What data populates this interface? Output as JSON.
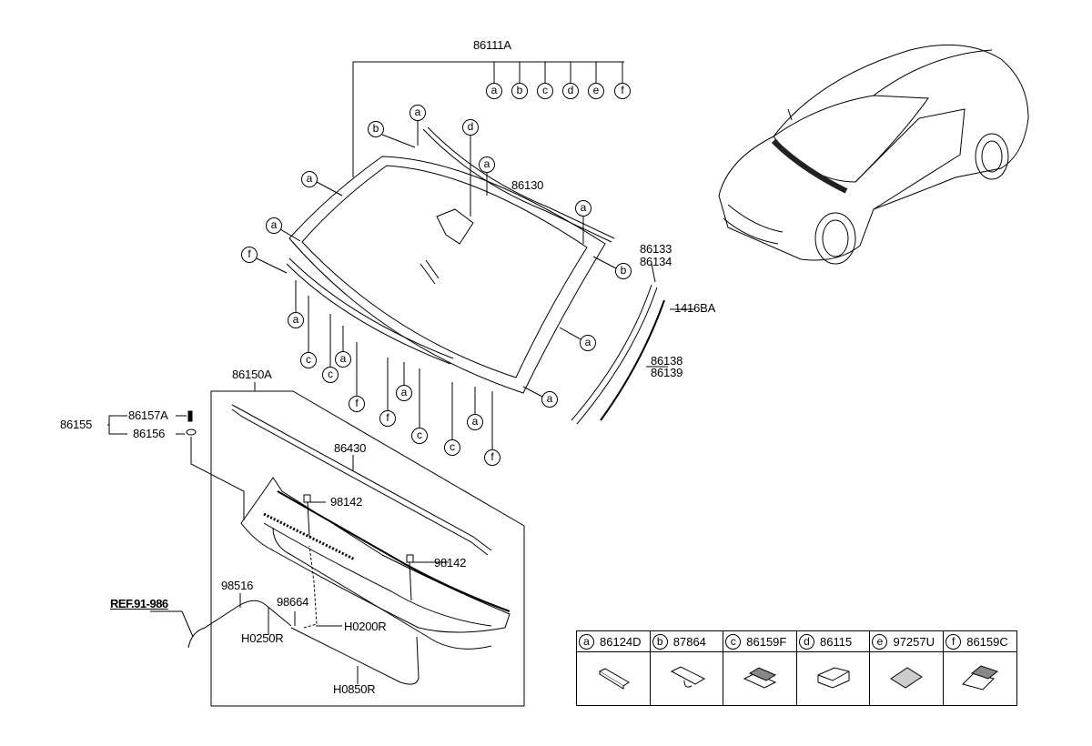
{
  "labels": {
    "main_assembly": "86111A",
    "molding_top": "86130",
    "molding_side_1": "86133",
    "molding_side_2": "86134",
    "clip": "1416BA",
    "molding_lower_1": "86138",
    "molding_lower_2": "86139",
    "cowl_assembly": "86150A",
    "bolt": "86157A",
    "nut": "86156",
    "fastener_set": "86155",
    "weatherstrip": "86430",
    "grommet_1": "98142",
    "grommet_2": "98142",
    "nozzle": "98516",
    "connector": "98664",
    "hose_1": "H0200R",
    "hose_2": "H0250R",
    "hose_3": "H0850R",
    "reference": "REF.91-986"
  },
  "bracket_letters": [
    "a",
    "b",
    "c",
    "d",
    "e",
    "f"
  ],
  "callouts": [
    "b",
    "a",
    "d",
    "a",
    "a",
    "a",
    "f",
    "a",
    "b",
    "a",
    "a",
    "c",
    "c",
    "a",
    "f",
    "f",
    "a",
    "c",
    "c",
    "a",
    "f",
    "a"
  ],
  "legend": [
    {
      "letter": "a",
      "part": "86124D"
    },
    {
      "letter": "b",
      "part": "87864"
    },
    {
      "letter": "c",
      "part": "86159F"
    },
    {
      "letter": "d",
      "part": "86115"
    },
    {
      "letter": "e",
      "part": "97257U"
    },
    {
      "letter": "f",
      "part": "86159C"
    }
  ]
}
